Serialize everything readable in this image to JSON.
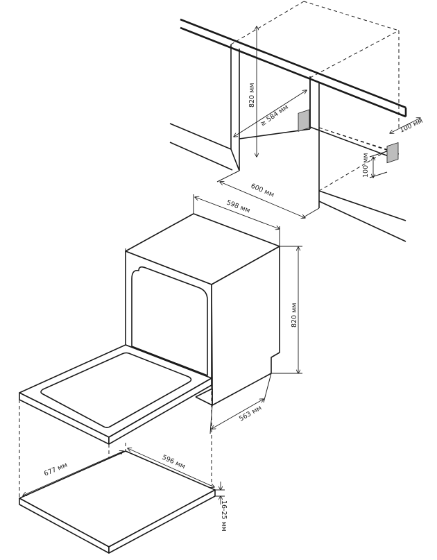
{
  "diagram": {
    "colors": {
      "line": "#1a1a1a",
      "socket": "#bdbdbd",
      "background": "#ffffff"
    },
    "labels": {
      "niche_height": "820 мм",
      "niche_depth": "≥ 584 мм",
      "niche_width": "600 мм",
      "socket_width": "100 мм",
      "socket_height": "100 мм",
      "unit_width": "598 мм",
      "unit_height": "820 мм",
      "unit_depth": "563 мм",
      "door_width": "596 мм",
      "door_depth": "677 мм",
      "door_thickness": "16-25 мм"
    }
  }
}
